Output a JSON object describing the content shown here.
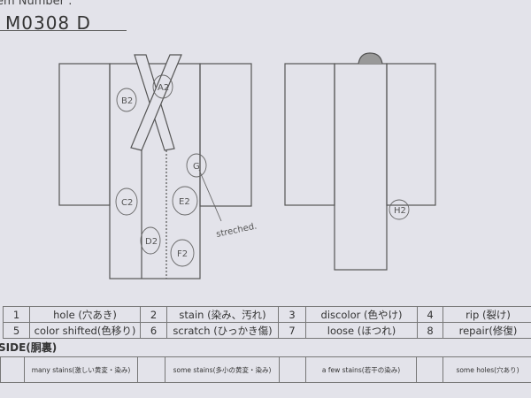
{
  "header": {
    "item_label": "em Number :",
    "item_number": "M0308   D"
  },
  "front_annotations": [
    "B2",
    "A2",
    "G",
    "C2",
    "E2",
    "D2",
    "F2"
  ],
  "front_note": "streched.",
  "back_annotations": [
    "H2"
  ],
  "legend": [
    {
      "num": "1",
      "label": "hole (穴あき)"
    },
    {
      "num": "2",
      "label": "stain (染み、汚れ)"
    },
    {
      "num": "3",
      "label": "discolor (色やけ)"
    },
    {
      "num": "4",
      "label": "rip (裂け)"
    },
    {
      "num": "5",
      "label": "color shifted(色移り)"
    },
    {
      "num": "6",
      "label": "scratch (ひっかき傷)"
    },
    {
      "num": "7",
      "label": "loose (ほつれ)"
    },
    {
      "num": "8",
      "label": "repair(修復)"
    }
  ],
  "side": {
    "title": "SIDE(胴裏)",
    "options": [
      "many stains(激しい黄変・染み)",
      "some stains(多小の黄変・染み)",
      "a few stains(若干の染み)",
      "some holes(穴あり)"
    ]
  }
}
